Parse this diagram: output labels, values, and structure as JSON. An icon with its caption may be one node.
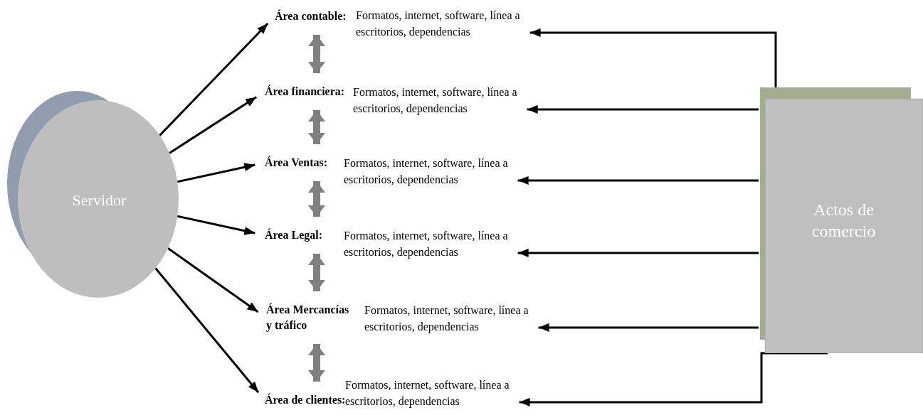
{
  "diagram": {
    "nodes": [
      {
        "text": [
          "Servidor"
        ]
      },
      {
        "text": [
          "Área contable:"
        ]
      },
      {
        "text": [
          "Área financiera:"
        ]
      },
      {
        "text": [
          "Área Ventas:"
        ]
      },
      {
        "text": [
          "Área Legal:"
        ]
      },
      {
        "text": [
          "Área Mercancías y tráfico"
        ]
      },
      {
        "text": [
          "Área de clientes:"
        ]
      },
      {
        "text": [
          "Formatos, internet, software, línea a escritorios, dependencias"
        ]
      },
      {
        "text": [
          "Formatos, internet, software, línea a escritorios, dependencias"
        ]
      },
      {
        "text": [
          "Formatos, internet, software, línea a escritorios, dependencias"
        ]
      },
      {
        "text": [
          "Formatos, internet, software, línea a escritorios, dependencias"
        ]
      },
      {
        "text": [
          "Formatos, internet, software, línea a escritorios, dependencias"
        ]
      },
      {
        "text": [
          "Formatos, internet, software, línea a escritorios, dependencias"
        ]
      },
      {
        "text": [
          "Actos de comercio"
        ]
      }
    ],
    "edges": [
      {
        "from": 0,
        "to": 1,
        "arrow": "to"
      },
      {
        "from": 0,
        "to": 2,
        "arrow": "to"
      },
      {
        "from": 0,
        "to": 3,
        "arrow": "to"
      },
      {
        "from": 0,
        "to": 4,
        "arrow": "to"
      },
      {
        "from": 0,
        "to": 5,
        "arrow": "to"
      },
      {
        "from": 0,
        "to": 6,
        "arrow": "to"
      },
      {
        "from": 1,
        "to": 2,
        "arrow": "both",
        "style": "thick",
        "color": "#808080"
      },
      {
        "from": 2,
        "to": 3,
        "arrow": "both",
        "style": "thick",
        "color": "#808080"
      },
      {
        "from": 3,
        "to": 4,
        "arrow": "both",
        "style": "thick",
        "color": "#808080"
      },
      {
        "from": 4,
        "to": 5,
        "arrow": "both",
        "style": "thick",
        "color": "#808080"
      },
      {
        "from": 5,
        "to": 6,
        "arrow": "both",
        "style": "thick",
        "color": "#808080"
      },
      {
        "from": 13,
        "to": 7,
        "arrow": "to"
      },
      {
        "from": 13,
        "to": 8,
        "arrow": "to"
      },
      {
        "from": 13,
        "to": 9,
        "arrow": "to"
      },
      {
        "from": 13,
        "to": 10,
        "arrow": "to"
      },
      {
        "from": 13,
        "to": 11,
        "arrow": "to"
      },
      {
        "from": 13,
        "to": 12,
        "arrow": "to"
      }
    ]
  }
}
